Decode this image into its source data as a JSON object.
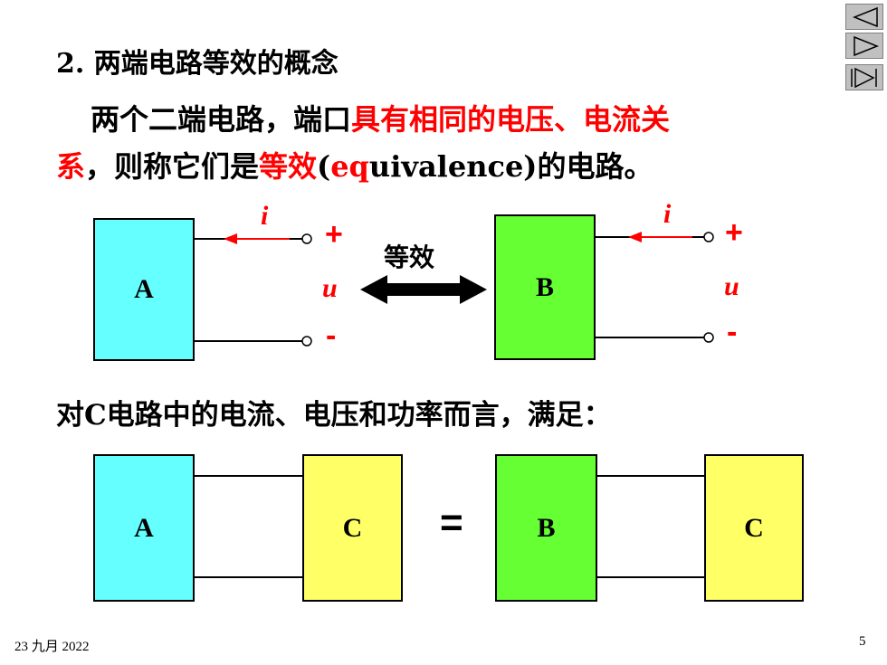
{
  "heading": "2. 两端电路等效的概念",
  "definition": {
    "line1_black": "两个二端电路，端口",
    "line1_red": "具有相同的电压、电流关",
    "line2_red_a": "系",
    "line2_black_a": "，则称它们是",
    "line2_red_b": "等效",
    "line2_black_b": "(",
    "line2_red_c": "eq",
    "line2_black_c": "uivalence)的电路。"
  },
  "diagram1": {
    "box_a": "A",
    "box_b": "B",
    "current_label": "i",
    "voltage_label": "u",
    "plus": "+",
    "minus": "-",
    "equivalent_label": "等效"
  },
  "condition_text": "对C电路中的电流、电压和功率而言，满足：",
  "diagram2": {
    "box_a": "A",
    "box_c1": "C",
    "equals": "=",
    "box_b": "B",
    "box_c2": "C"
  },
  "footer": {
    "date": "23 九月 2022",
    "page_number": "5"
  },
  "nav_icons": [
    "prev-icon",
    "next-icon",
    "last-icon"
  ]
}
